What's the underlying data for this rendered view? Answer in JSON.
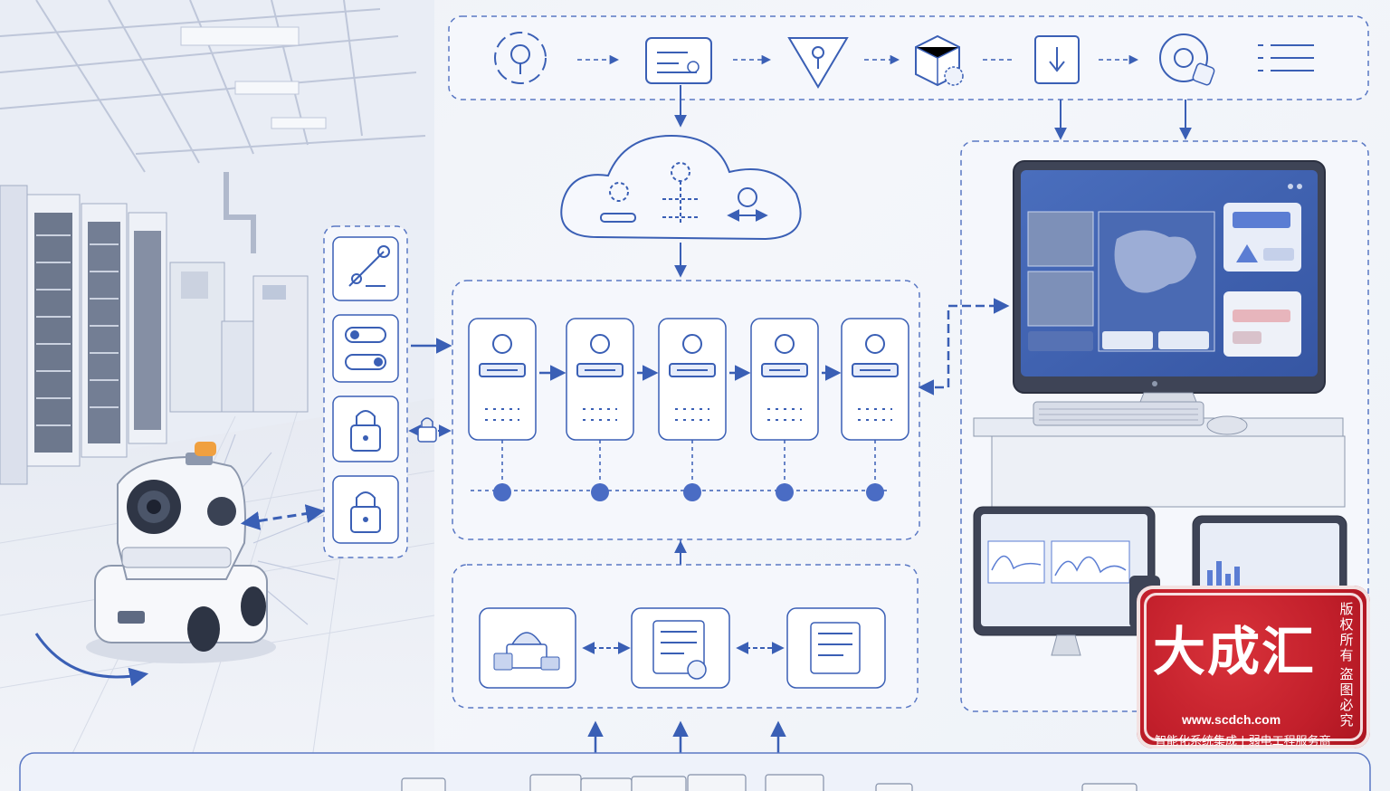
{
  "diagram": {
    "pipeline_steps": [
      "target-icon",
      "form-icon",
      "shield-download-icon",
      "cube-gear-icon",
      "download-box-icon",
      "disc-check-icon",
      "list-icon"
    ],
    "cloud_nodes": [
      "node-toggle",
      "node-network",
      "node-cycle"
    ],
    "security_panel": [
      "pen-config-icon",
      "toggle-settings-icon",
      "lock-icon",
      "lock-icon"
    ],
    "process_modules": [
      "module-clock",
      "module-network",
      "module-user",
      "module-home",
      "module-shield"
    ],
    "data_modules": [
      "database-icon",
      "document-award-icon",
      "document-list-icon"
    ]
  },
  "colors": {
    "accent": "#3a5fb5",
    "line": "#5a78c4",
    "box_fill": "#f3f5fb",
    "screen": "#3d5fae",
    "stamp_red": "#c21f2b"
  },
  "watermark": {
    "brand": "大成汇",
    "side_top": "版权所有",
    "side_bottom": "盗图必究",
    "url": "www.scdch.com",
    "tagline": "智能化系统集成 | 弱电工程服务商"
  }
}
